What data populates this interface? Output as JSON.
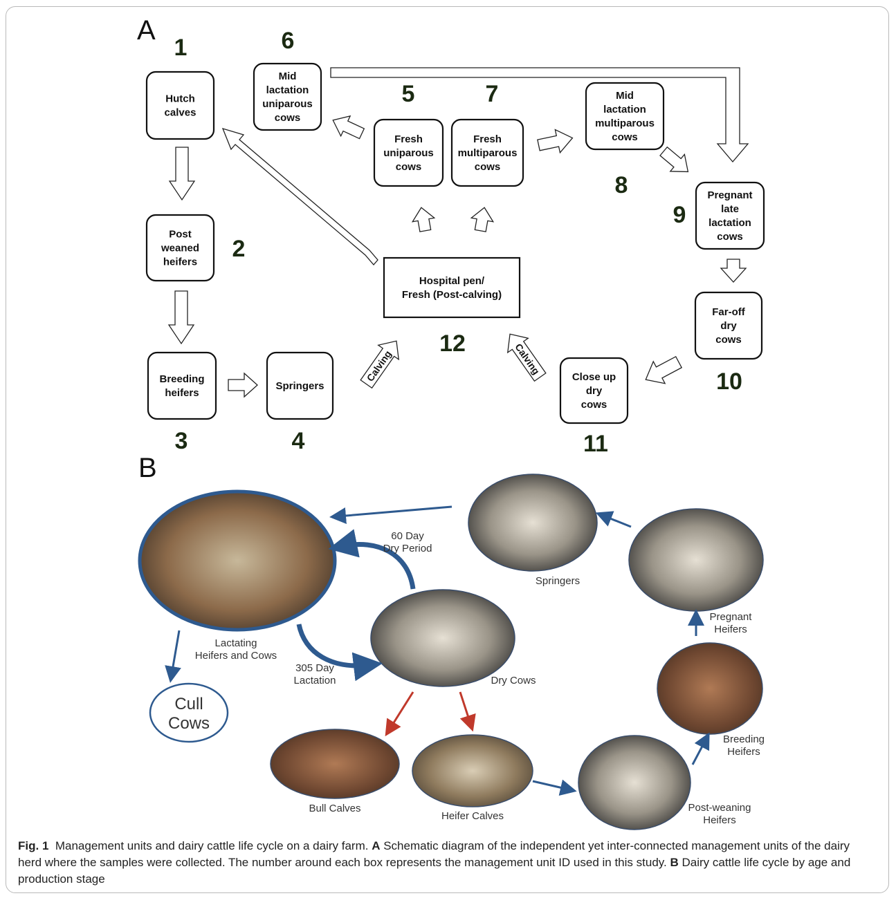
{
  "panel_a": {
    "label": "A",
    "units": [
      {
        "id": "1",
        "lines": [
          "Hutch",
          "calves"
        ]
      },
      {
        "id": "2",
        "lines": [
          "Post",
          "weaned",
          "heifers"
        ]
      },
      {
        "id": "3",
        "lines": [
          "Breeding",
          "heifers"
        ]
      },
      {
        "id": "4",
        "lines": [
          "Springers"
        ]
      },
      {
        "id": "5",
        "lines": [
          "Fresh",
          "uniparous",
          "cows"
        ]
      },
      {
        "id": "6",
        "lines": [
          "Mid",
          "lactation",
          "uniparous",
          "cows"
        ]
      },
      {
        "id": "7",
        "lines": [
          "Fresh",
          "multiparous",
          "cows"
        ]
      },
      {
        "id": "8",
        "lines": [
          "Mid",
          "lactation",
          "multiparous",
          "cows"
        ]
      },
      {
        "id": "9",
        "lines": [
          "Pregnant",
          "late",
          "lactation",
          "cows"
        ]
      },
      {
        "id": "10",
        "lines": [
          "Far-off",
          "dry",
          "cows"
        ]
      },
      {
        "id": "11",
        "lines": [
          "Close up",
          "dry",
          "cows"
        ]
      },
      {
        "id": "12",
        "lines": [
          "Hospital pen/",
          "Fresh (Post-calving)"
        ]
      }
    ],
    "calving_label": "Calving"
  },
  "panel_b": {
    "label": "B",
    "stages": {
      "lactating": "Lactating\nHeifers and Cows",
      "dry_cows": "Dry Cows",
      "springers": "Springers",
      "pregnant_heifers": "Pregnant\nHeifers",
      "breeding_heifers": "Breeding\nHeifers",
      "post_weaning": "Post-weaning\nHeifers",
      "heifer_calves": "Heifer Calves",
      "bull_calves": "Bull Calves",
      "cull_cows": "Cull\nCows"
    },
    "periods": {
      "dry_period": "60 Day\nDry Period",
      "lactation": "305 Day\nLactation"
    }
  },
  "caption": {
    "fig_label": "Fig. 1",
    "title": "Management units and dairy cattle life cycle on a dairy farm.",
    "a_label": "A",
    "a_text": "Schematic diagram of the independent yet inter-connected management units of the dairy herd where the samples were collected. The number around each box represents the management unit ID used in this study.",
    "b_label": "B",
    "b_text": "Dairy cattle life cycle by age and production stage"
  },
  "colors": {
    "box_border": "#111111",
    "arrow_blue": "#2e5a8f",
    "arrow_red": "#c0392b",
    "number_text": "#1b2a12"
  }
}
